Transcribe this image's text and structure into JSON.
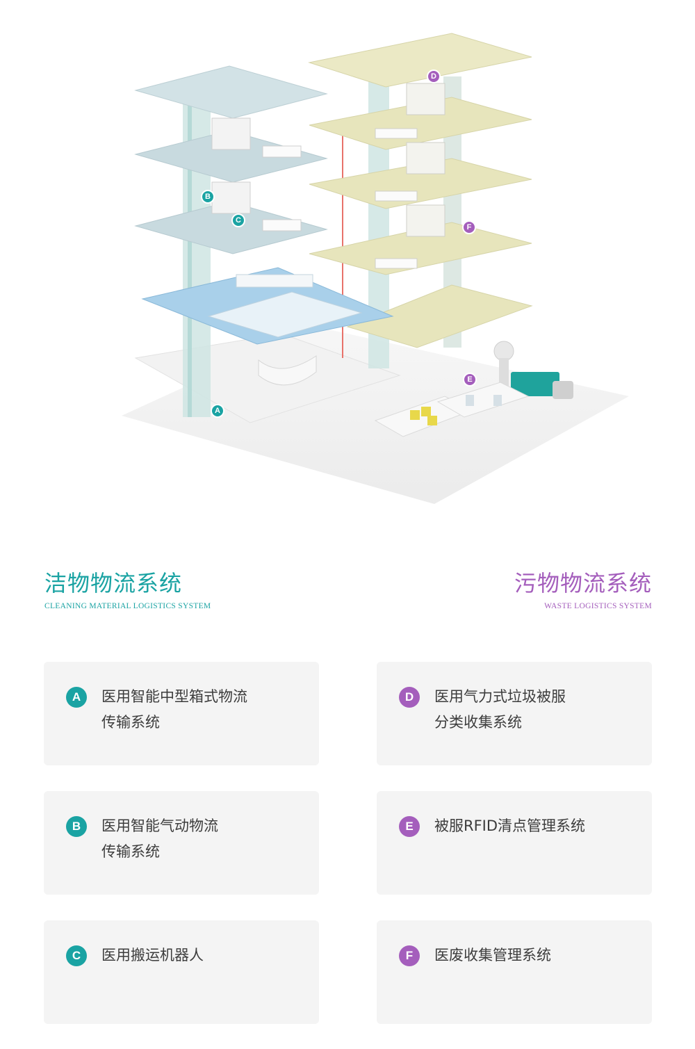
{
  "illustration": {
    "markers": [
      "A",
      "B",
      "C",
      "D",
      "E",
      "F"
    ],
    "colors": {
      "clean_floor": "#c8dadf",
      "clean_floor_highlight": "#9fc9e3",
      "waste_floor": "#e7e6bf",
      "ground": "#efefef",
      "teal": "#1aa3a3",
      "purple": "#a45ebc"
    }
  },
  "clean_system": {
    "title": "洁物物流系统",
    "subtitle": "CLEANING MATERIAL LOGISTICS SYSTEM",
    "color": "#1aa3a3",
    "items": [
      {
        "badge": "A",
        "label": "医用智能中型箱式物流\n传输系统"
      },
      {
        "badge": "B",
        "label": "医用智能气动物流\n传输系统"
      },
      {
        "badge": "C",
        "label": "医用搬运机器人"
      }
    ]
  },
  "waste_system": {
    "title": "污物物流系统",
    "subtitle": "WASTE LOGISTICS SYSTEM",
    "color": "#a45ebc",
    "items": [
      {
        "badge": "D",
        "label": "医用气力式垃圾被服\n分类收集系统"
      },
      {
        "badge": "E",
        "label": "被服RFID清点管理系统"
      },
      {
        "badge": "F",
        "label": "医废收集管理系统"
      }
    ]
  }
}
